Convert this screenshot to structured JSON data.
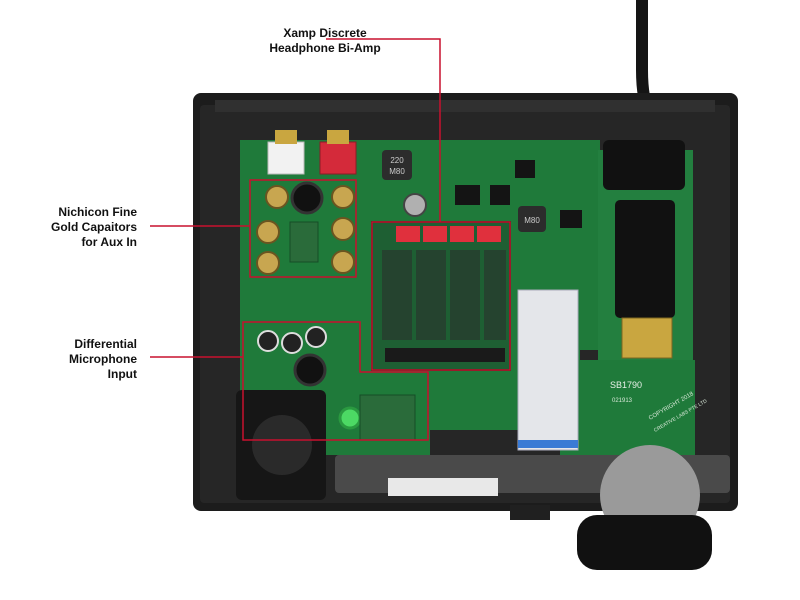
{
  "callouts": {
    "xamp": {
      "line1": "Xamp Discrete",
      "line2": "Headphone Bi-Amp"
    },
    "nichicon": {
      "line1": "Nichicon Fine",
      "line2": "Gold Capaitors",
      "line3": "for Aux In"
    },
    "mic": {
      "line1": "Differential",
      "line2": "Microphone",
      "line3": "Input"
    }
  },
  "board_text": {
    "model": "SB1790",
    "copyright": "COPYRIGHT 2018",
    "maker": "CREATIVE LABS PTE LTD",
    "code": "021913",
    "inductor_top": "220",
    "inductor_bottom": "M80",
    "inductor2": "M80"
  },
  "colors": {
    "callout_line": "#c8102e",
    "pcb": "#1f7a3a",
    "case": "#1c1c1c"
  }
}
